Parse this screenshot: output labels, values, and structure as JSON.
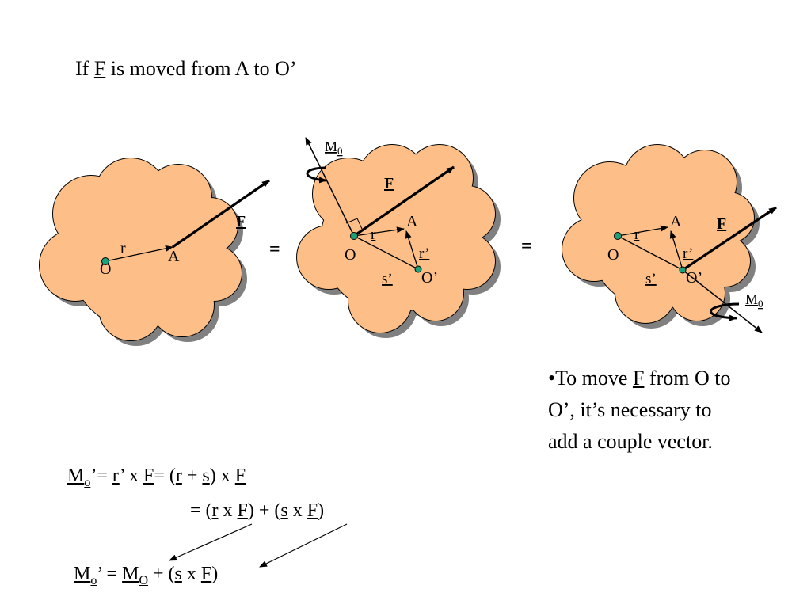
{
  "title": {
    "prefix": "If ",
    "vector": "F",
    "suffix": " is moved from A to O’"
  },
  "diagram1": {
    "label_r": "r",
    "label_O": "O",
    "label_A": "A",
    "label_F": "F"
  },
  "diagram2": {
    "label_M0": "M",
    "label_M0_sub": "0",
    "label_F": "F",
    "label_r": "r",
    "label_A": "A",
    "label_O": "O",
    "label_r_prime": "r’",
    "label_s_prime": "s’",
    "label_O_prime": "O’"
  },
  "diagram3": {
    "label_r": "r",
    "label_A": "A",
    "label_F": "F",
    "label_O": "O",
    "label_r_prime": "r’",
    "label_s_prime": "s’",
    "label_O_prime": "O’",
    "label_M0": "M",
    "label_M0_sub": "0"
  },
  "equals": "=",
  "note": {
    "l1_pre": "•To move ",
    "l1_vec": "F",
    "l1_post": " from O to",
    "l2": "O’, it’s necessary to",
    "l3": "add a couple vector."
  },
  "eq1": {
    "M": "M",
    "sub": "o",
    "t1": "’= ",
    "r": "r",
    "t2": "’ x ",
    "F": "F",
    "t3": "= (",
    "r2": "r",
    "t4": " + ",
    "s": "s",
    "t5": ") x ",
    "F2": "F"
  },
  "eq2": {
    "t1": "= (",
    "r": "r",
    "t2": " x ",
    "F": "F",
    "t3": ") + (",
    "s": "s",
    "t4": " x ",
    "F2": "F",
    "t5": ")"
  },
  "eq3": {
    "M": "M",
    "sub": "o",
    "t1": "’ = ",
    "M2": "M",
    "sub2": "O",
    "t2": " + (",
    "s": "s",
    "t3": " x ",
    "F": "F",
    "t4": ")"
  },
  "colors": {
    "cloud_fill": "#FDBF87",
    "cloud_shadow": "#808080",
    "point": "#1aa37a",
    "ink": "#000000"
  }
}
